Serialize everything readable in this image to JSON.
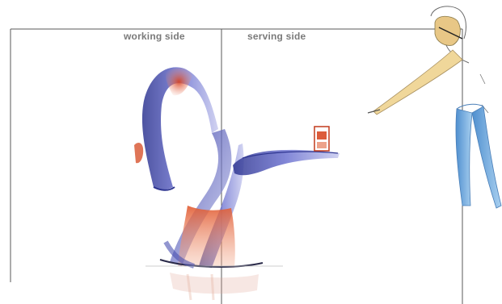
{
  "zones": {
    "working_label": "working side",
    "serving_label": "serving side"
  },
  "colors": {
    "frame": "#555555",
    "blue_sketch": "#4a50b0",
    "red_sketch": "#d8502e",
    "person_skin": "#e9c98a",
    "person_trousers": "#7ab3e0"
  },
  "icons": {
    "figure": "standing-person-sketch",
    "object": "serving-bar-sketch",
    "cup": "drink-cup-sketch"
  }
}
